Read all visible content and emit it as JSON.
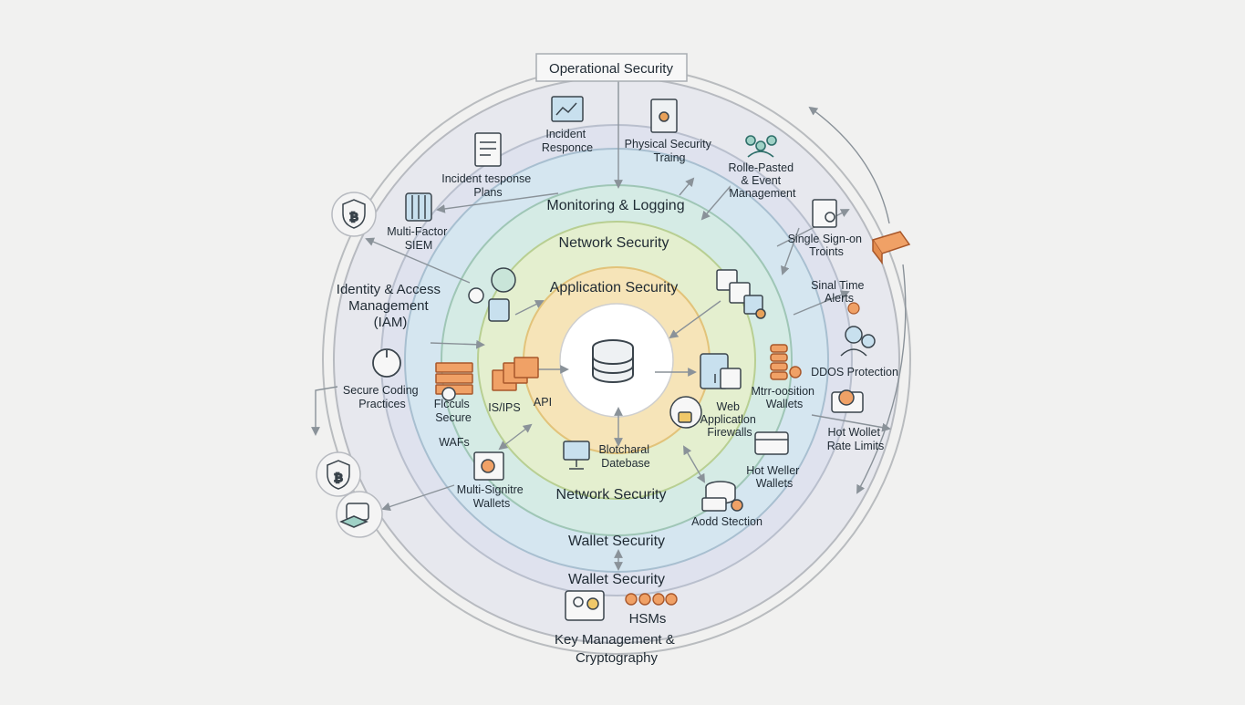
{
  "diagram": {
    "top_box": "Operational Security",
    "rings": {
      "monitoring": "Monitoring & Logging",
      "network_top": "Network Security",
      "application": "Application Security",
      "network_bottom": "Network Security",
      "wallet_inner": "Wallet Security",
      "wallet_outer": "Wallet Security"
    },
    "left": {
      "iam": [
        "Identity & Access",
        "Management",
        "(IAM)"
      ],
      "mfa": [
        "Multi-Factor",
        "SIEM"
      ],
      "secure_coding": [
        "Secure Coding",
        "Practices"
      ],
      "wafs": "WAFs",
      "multisig": [
        "Multi-Signitre",
        "Wallets"
      ]
    },
    "top": {
      "incident_plans": [
        "Incident tesponse",
        "Plans"
      ],
      "incident_response": [
        "Incident",
        "Responce"
      ],
      "physical_training": [
        "Physical Security",
        "Traing"
      ],
      "role_based": [
        "Rolle-Pasted",
        "& Event",
        "Management"
      ]
    },
    "right": {
      "sso": [
        "Single Sign-on",
        "Troints"
      ],
      "real_time": [
        "Sinal Time",
        "Alerts"
      ],
      "ddos": "DDOS Protection",
      "multi_position": [
        "Mtrr-oosition",
        "Wallets"
      ],
      "hot_wallet_rate": [
        "Hot Wollet",
        "Rate Limits"
      ],
      "hot_wallets": [
        "Hot Weller",
        "Wallets"
      ],
      "audit_detection": "Aodd Stection"
    },
    "inner": {
      "firewalls_secure": [
        "Flcculs",
        "Secure"
      ],
      "isips": "IS/IPS",
      "api": "API",
      "web_app_firewalls": [
        "Web",
        "Applicatlon",
        "Firewalls"
      ],
      "blockchain_db": [
        "Blotcharal",
        "Datebase"
      ]
    },
    "bottom": {
      "hsms": "HSMs",
      "key_mgmt": [
        "Key Management &",
        "Cryptography"
      ]
    }
  }
}
